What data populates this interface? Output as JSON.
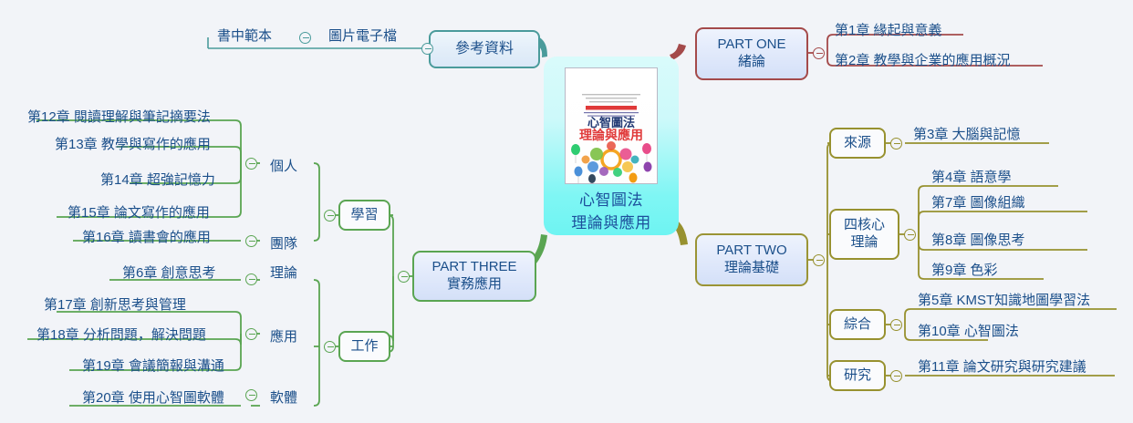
{
  "center": {
    "title": "心智圖法\n理論與應用",
    "book_cover_alt": "book-cover"
  },
  "branches": {
    "reference": {
      "label": "參考資料",
      "color": "#4a9b9b",
      "children": [
        {
          "label": "圖片電子檔",
          "leaves": [
            {
              "label": "書中範本"
            }
          ]
        }
      ]
    },
    "part_one": {
      "label": "PART ONE\n緒論",
      "color": "#a44a4a",
      "leaves": [
        {
          "label": "第1章  緣起與意義"
        },
        {
          "label": "第2章  教學與企業的應用概況"
        }
      ]
    },
    "part_two": {
      "label": "PART TWO\n理論基礎",
      "color": "#97912f",
      "children": [
        {
          "label": "來源",
          "leaves": [
            {
              "label": "第3章  大腦與記憶"
            }
          ]
        },
        {
          "label": "四核心\n理論",
          "leaves": [
            {
              "label": "第4章  語意學"
            },
            {
              "label": "第7章  圖像組織"
            },
            {
              "label": "第8章  圖像思考"
            },
            {
              "label": "第9章  色彩"
            }
          ]
        },
        {
          "label": "綜合",
          "leaves": [
            {
              "label": "第5章  KMST知識地圖學習法"
            },
            {
              "label": "第10章  心智圖法"
            }
          ]
        },
        {
          "label": "研究",
          "leaves": [
            {
              "label": "第11章  論文研究與研究建議"
            }
          ]
        }
      ]
    },
    "part_three": {
      "label": "PART THREE\n實務應用",
      "color": "#5aa552",
      "children": [
        {
          "label": "學習",
          "groups": [
            {
              "label": "個人",
              "leaves": [
                {
                  "label": "第12章  閱讀理解與筆記摘要法"
                },
                {
                  "label": "第13章  教學與寫作的應用"
                },
                {
                  "label": "第14章  超強記憶力"
                },
                {
                  "label": "第15章  論文寫作的應用"
                }
              ]
            },
            {
              "label": "團隊",
              "leaves": [
                {
                  "label": "第16章  讀書會的應用"
                }
              ]
            }
          ]
        },
        {
          "label": "工作",
          "groups": [
            {
              "label": "理論",
              "leaves": [
                {
                  "label": "第6章  創意思考"
                }
              ]
            },
            {
              "label": "應用",
              "leaves": [
                {
                  "label": "第17章  創新思考與管理"
                },
                {
                  "label": "第18章  分析問題，解決問題"
                },
                {
                  "label": "第19章  會議簡報與溝通"
                }
              ]
            },
            {
              "label": "軟體",
              "leaves": [
                {
                  "label": "第20章  使用心智圖軟體"
                }
              ]
            }
          ]
        }
      ]
    }
  },
  "colors": {
    "background": "#f2f4f8",
    "text": "#1b4f8a",
    "green": "#5aa552",
    "olive": "#97912f",
    "red": "#a44a4a",
    "teal": "#4a9b9b",
    "cyan": "#6ef4f2"
  }
}
